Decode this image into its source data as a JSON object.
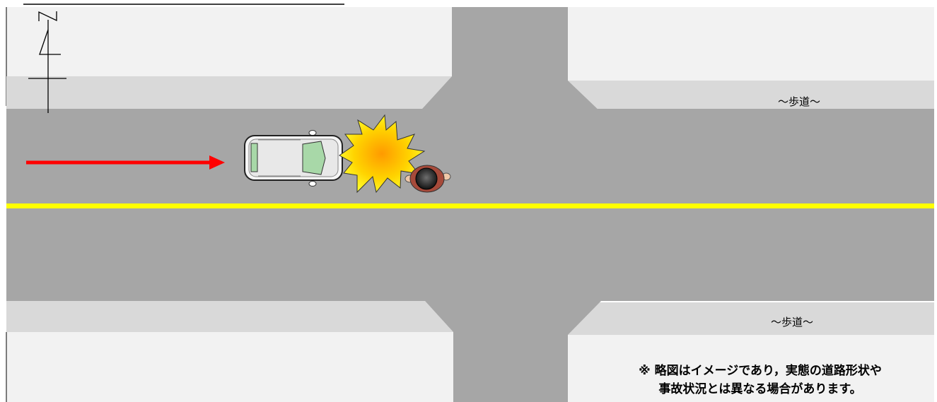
{
  "colors": {
    "road": "#a6a6a6",
    "sidewalk": "#d9d9d9",
    "block": "#f2f2f2",
    "center_line": "#ffff00",
    "arrow": "#ff0000"
  },
  "icons": [
    "compass-north-icon",
    "car-icon",
    "collision-burst-icon",
    "pedestrian-icon",
    "direction-arrow-icon"
  ],
  "north_label": "N",
  "sidewalk_top_label": "～歩道～",
  "sidewalk_bottom_label": "～歩道～",
  "note": {
    "line1": "※ 略図はイメージであり，実態の道路形状や",
    "line2": "事故状況とは異なる場合があります。"
  }
}
